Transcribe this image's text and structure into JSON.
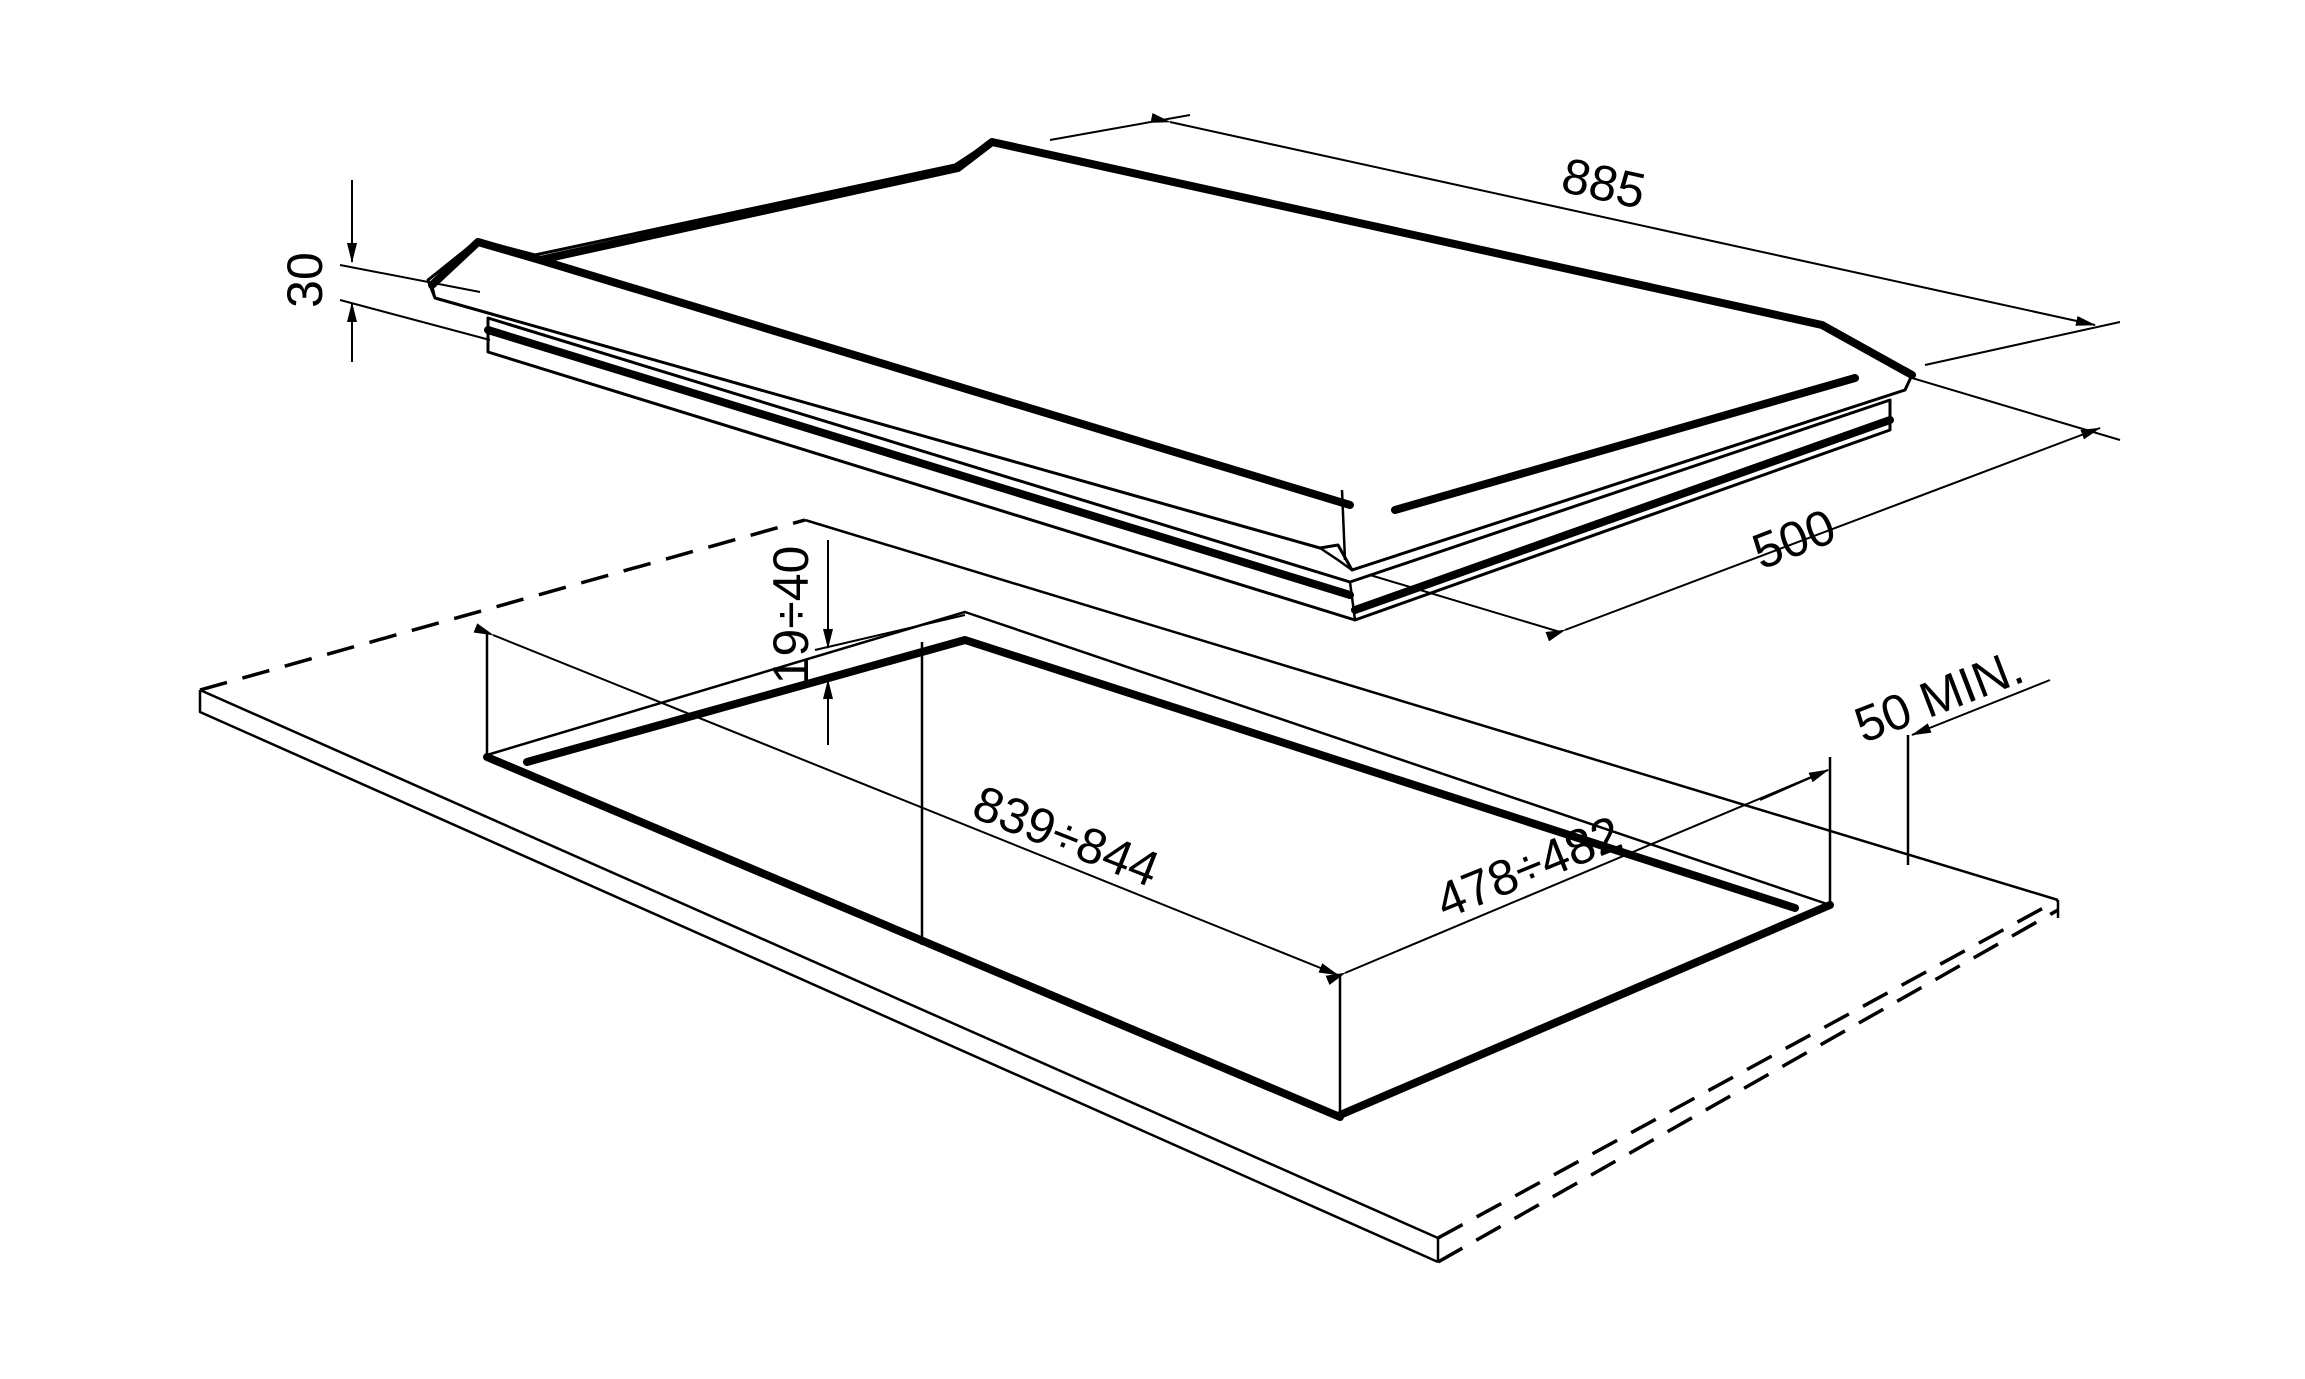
{
  "dimensions": {
    "width": "885",
    "depth": "500",
    "height": "30",
    "cutout_width": "839÷844",
    "cutout_depth": "478÷482",
    "worktop_thickness": "19÷40",
    "min_clearance": "50 MIN."
  },
  "colors": {
    "line": "#000000",
    "background": "#ffffff"
  }
}
